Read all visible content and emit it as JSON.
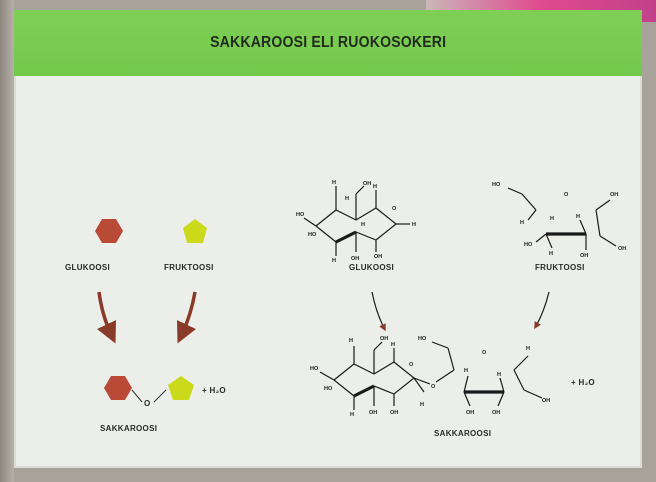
{
  "slide": {
    "title": "SAKKAROOSI ELI RUOKOSOKERI"
  },
  "simple": {
    "glucose_label": "GLUKOOSI",
    "fructose_label": "FRUKTOOSI",
    "product_label": "SAKKAROOSI",
    "linker_atom": "O",
    "water": "+ H₂O"
  },
  "structural": {
    "glucose_label": "GLUKOOSI",
    "fructose_label": "FRUKTOOSI",
    "product_label": "SAKKAROOSI",
    "water": "+ H₂O"
  },
  "colors": {
    "glucose": "#b94a36",
    "fructose": "#cbdb1c",
    "arrow": "#8a3a28",
    "header": "#76cb4d"
  }
}
